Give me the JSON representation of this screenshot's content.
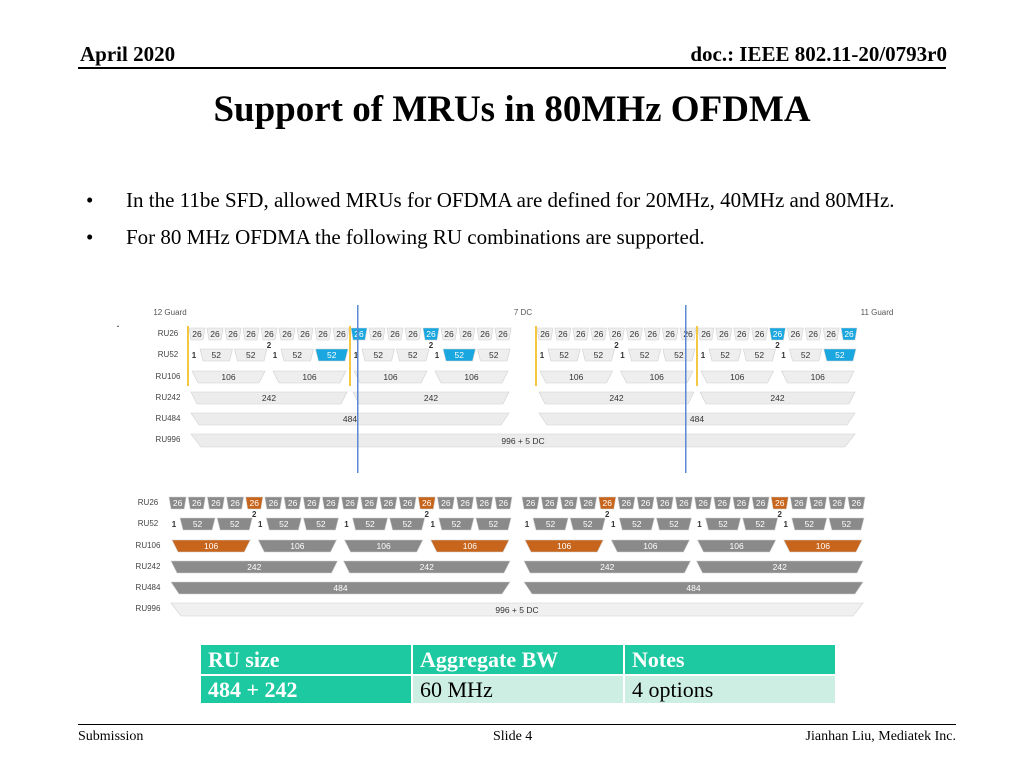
{
  "header": {
    "date": "April 2020",
    "doc": "doc.: IEEE 802.11-20/0793r0"
  },
  "title": "Support of MRUs in 80MHz OFDMA",
  "bullets": [
    "In the 11be SFD, allowed MRUs for OFDMA are defined for 20MHz, 40MHz and 80MHz.",
    "For 80 MHz OFDMA the following RU combinations are supported."
  ],
  "figure": {
    "labels": {
      "guard_left": "12 Guard",
      "dc": "7 DC",
      "guard_right": "11 Guard",
      "rows": [
        "RU26",
        "RU52",
        "RU106",
        "RU242",
        "RU484",
        "RU996"
      ],
      "ru26": "26",
      "ru26_mid": "2",
      "ru52": "52",
      "ru52_one": "1",
      "ru106": "106",
      "ru242": "242",
      "ru484": "484",
      "ru996": "996 + 5 DC"
    },
    "colors": {
      "top_ru": "#f2f2f2",
      "top_guard": "#f5c842",
      "top_hl": "#1aa7e0",
      "bottom_ru": "#8a8a8a",
      "bottom_hl": "#c8651c",
      "divider": "#5a8ad4"
    },
    "top_highlight_26": [
      9,
      13,
      31,
      35
    ],
    "top_highlight_52": [
      3,
      6,
      15,
      18
    ],
    "bottom_highlight_26": [
      4,
      13,
      22,
      31
    ],
    "bottom_highlight_106": [
      0,
      3,
      4,
      7
    ]
  },
  "table": {
    "headers": [
      "RU size",
      "Aggregate BW",
      "Notes"
    ],
    "rows": [
      [
        "484 + 242",
        "60 MHz",
        "4 options"
      ]
    ]
  },
  "footer": {
    "left": "Submission",
    "mid": "Slide 4",
    "right": "Jianhan Liu, Mediatek Inc."
  }
}
